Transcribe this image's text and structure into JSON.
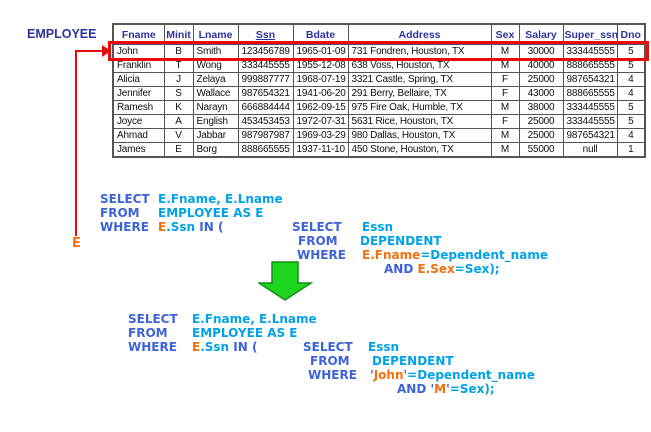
{
  "palette": {
    "keyword_blue": "#3c63d8",
    "identifier_cyan": "#00a2e8",
    "literal_orange": "#f2700d",
    "header_blue": "#2c339f",
    "highlight_red": "#e80b0b",
    "arrow_green_fill": "#1ed41e",
    "arrow_green_stroke": "#149114"
  },
  "table": {
    "label": "EMPLOYEE",
    "primary_key_column": "Ssn",
    "columns": [
      "Fname",
      "Minit",
      "Lname",
      "Ssn",
      "Bdate",
      "Address",
      "Sex",
      "Salary",
      "Super_ssn",
      "Dno"
    ],
    "rows": [
      [
        "John",
        "B",
        "Smith",
        "123456789",
        "1965-01-09",
        "731 Fondren, Houston, TX",
        "M",
        "30000",
        "333445555",
        "5"
      ],
      [
        "Franklin",
        "T",
        "Wong",
        "333445555",
        "1955-12-08",
        "638 Voss, Houston, TX",
        "M",
        "40000",
        "888665555",
        "5"
      ],
      [
        "Alicia",
        "J",
        "Zelaya",
        "999887777",
        "1968-07-19",
        "3321 Castle, Spring, TX",
        "F",
        "25000",
        "987654321",
        "4"
      ],
      [
        "Jennifer",
        "S",
        "Wallace",
        "987654321",
        "1941-06-20",
        "291 Berry, Bellaire, TX",
        "F",
        "43000",
        "888665555",
        "4"
      ],
      [
        "Ramesh",
        "K",
        "Narayn",
        "666884444",
        "1962-09-15",
        "975 Fire Oak, Humble, TX",
        "M",
        "38000",
        "333445555",
        "5"
      ],
      [
        "Joyce",
        "A",
        "English",
        "453453453",
        "1972-07-31",
        "5631 Rice, Houston, TX",
        "F",
        "25000",
        "333445555",
        "5"
      ],
      [
        "Ahmad",
        "V",
        "Jabbar",
        "987987987",
        "1969-03-29",
        "980 Dallas, Houston, TX",
        "M",
        "25000",
        "987654321",
        "4"
      ],
      [
        "James",
        "E",
        "Borg",
        "888665555",
        "1937-11-10",
        "450 Stone, Houston, TX",
        "M",
        "55000",
        "null",
        "1"
      ]
    ],
    "highlighted_row_index": 0
  },
  "alias_label": "E",
  "q1": {
    "select_kw": "SELECT",
    "select_expr": "E.Fname, E.Lname",
    "from_kw": "FROM",
    "from_expr": "EMPLOYEE AS E",
    "where_kw": "WHERE",
    "alias": "E",
    "ssn": ".Ssn",
    "in_kw": " IN (",
    "sub_select_kw": "SELECT",
    "sub_select_expr": "Essn",
    "sub_from_kw": "FROM",
    "sub_from_expr": "DEPENDENT",
    "sub_where_kw": "WHERE",
    "corr1": "E.Fname",
    "eq1": "=Dependent_name",
    "and_kw": "AND ",
    "corr2": "E.Sex",
    "eq2": "=Sex);"
  },
  "q2": {
    "select_kw": "SELECT",
    "select_expr": "E.Fname, E.Lname",
    "from_kw": "FROM",
    "from_expr": "EMPLOYEE AS E",
    "where_kw": "WHERE",
    "alias": "E",
    "ssn": ".Ssn",
    "in_kw": " IN (",
    "sub_select_kw": "SELECT",
    "sub_select_expr": "Essn",
    "sub_from_kw": "FROM",
    "sub_from_expr": "DEPENDENT",
    "sub_where_kw": "WHERE",
    "quote": "'",
    "lit1": "John",
    "eq1": "=Dependent_name",
    "and_kw": "AND ",
    "lit2": "M",
    "eq2": "=Sex);"
  }
}
